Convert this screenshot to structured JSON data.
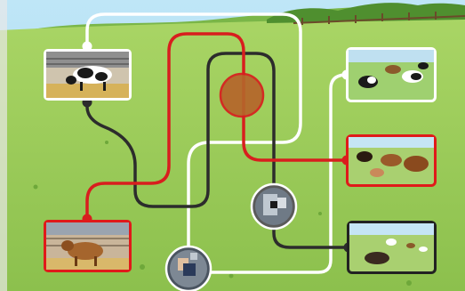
{
  "game": {
    "type": "line-matching-puzzle",
    "colors": {
      "sky": "#9fd3ef",
      "grass_light": "#9ccc5a",
      "grass_dark": "#79b340",
      "hills": "#5e9f3a",
      "white_path": "#ffffff",
      "black_path": "#2c2c2c",
      "red_path": "#d81e1e",
      "blocker": "#b5652b",
      "card_white": "#ffffff",
      "card_red": "#e01a1a",
      "card_black": "#222222"
    },
    "left_cards": [
      {
        "id": "cow-barn",
        "icon": "dairy-cow-in-barn",
        "border": "white"
      },
      {
        "id": "calf-pen",
        "icon": "brown-calf-in-pen",
        "border": "red"
      }
    ],
    "right_cards": [
      {
        "id": "herd-white",
        "icon": "black-white-cow-herd",
        "border": "white"
      },
      {
        "id": "herd-red",
        "icon": "brown-cow-herd",
        "border": "red"
      },
      {
        "id": "herd-black",
        "icon": "horses-grazing",
        "border": "black"
      }
    ],
    "nodes": [
      {
        "id": "node-mid",
        "icon": "cow-face-medallion"
      },
      {
        "id": "node-bottom",
        "icon": "person-medallion"
      }
    ],
    "blocker": {
      "icon": "brown-blocker-circle"
    }
  }
}
